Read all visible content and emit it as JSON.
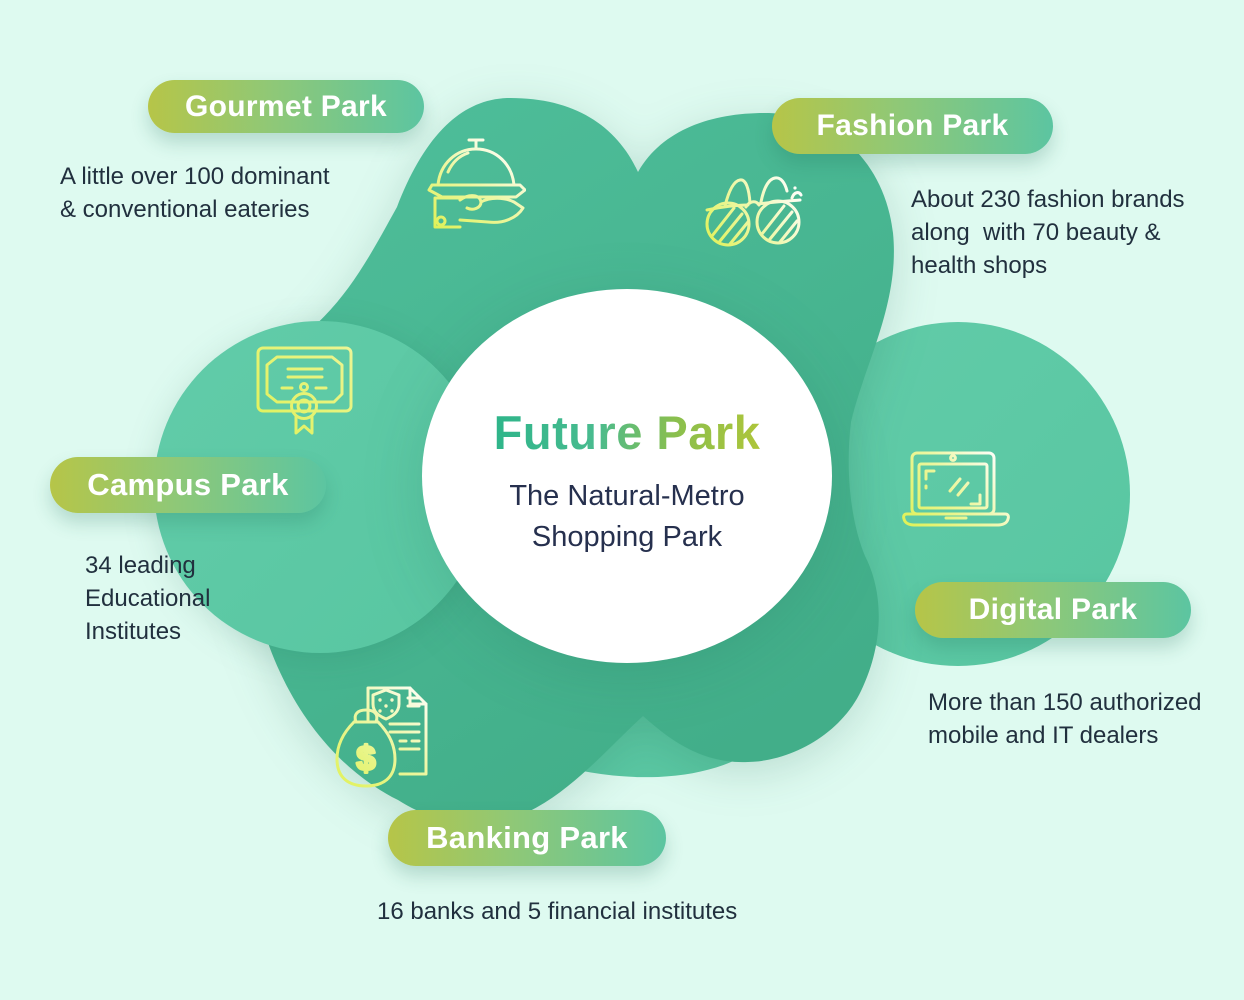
{
  "center": {
    "title": "Future Park",
    "subtitle": "The Natural-Metro\nShopping Park"
  },
  "parks": [
    {
      "id": "gourmet",
      "label": "Gourmet Park",
      "description": "A little over 100 dominant\n& conventional eateries",
      "icon": "cloche-icon"
    },
    {
      "id": "fashion",
      "label": "Fashion Park",
      "description": "About 230 fashion brands\nalong  with 70 beauty &\nhealth shops",
      "icon": "sunglasses-icon"
    },
    {
      "id": "campus",
      "label": "Campus Park",
      "description": "34 leading\nEducational\nInstitutes",
      "icon": "certificate-icon"
    },
    {
      "id": "digital",
      "label": "Digital Park",
      "description": "More than 150 authorized\nmobile and IT dealers",
      "icon": "laptop-icon"
    },
    {
      "id": "banking",
      "label": "Banking Park",
      "description": "16 banks and 5 financial institutes",
      "icon": "money-bag-icon"
    }
  ],
  "colors": {
    "background": "#defaf0",
    "blob_dark_start": "#4ebe99",
    "blob_dark_end": "#42ae89",
    "blob_light": "#5fcaa7",
    "pill_gradient_start": "#b6c548",
    "pill_gradient_end": "#5cc5a1",
    "pill_text": "#ffffff",
    "title_gradient_start": "#2eb58a",
    "title_gradient_end": "#adc53a",
    "subtitle_text": "#26304e",
    "description_text": "#21303e",
    "icon_gradient_start": "#dff155",
    "icon_gradient_end": "#ffffff"
  }
}
